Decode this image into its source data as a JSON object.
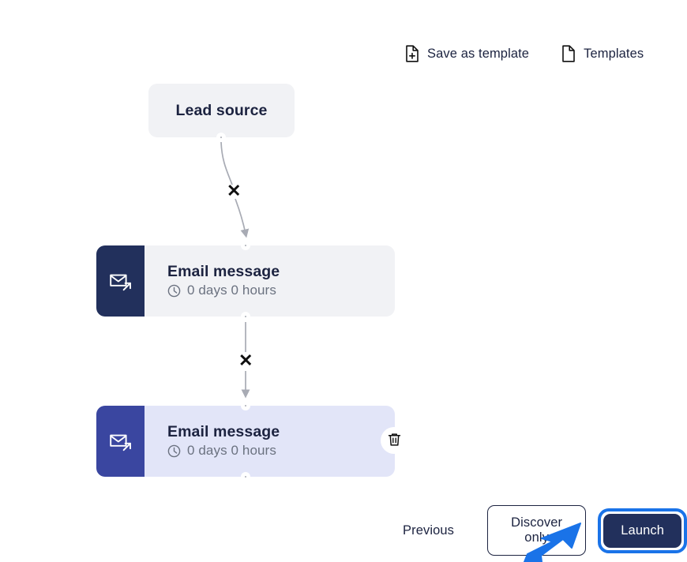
{
  "toolbar": {
    "save_template": {
      "label": "Save as template",
      "icon": "document-plus-icon"
    },
    "templates": {
      "label": "Templates",
      "icon": "document-icon"
    }
  },
  "flow": {
    "lead_source": {
      "title": "Lead source"
    },
    "nodes": [
      {
        "title": "Email message",
        "delay": "0 days 0 hours",
        "icon": "email-send-icon",
        "clock_icon": "clock-icon",
        "selected": false
      },
      {
        "title": "Email message",
        "delay": "0 days 0 hours",
        "icon": "email-send-icon",
        "clock_icon": "clock-icon",
        "selected": true
      }
    ],
    "connector_marks": [
      "✕",
      "✕"
    ],
    "delete_icon": "trash-icon"
  },
  "footer": {
    "previous_label": "Previous",
    "discover_label": "Discover only",
    "launch_label": "Launch"
  },
  "colors": {
    "navy": "#22305c",
    "indigo": "#3a46a0",
    "selected_card_bg": "#e2e5f8",
    "card_bg": "#f1f2f5",
    "focus_ring": "#1a73e8",
    "annotation_arrow": "#1a73e8",
    "muted_text": "#6b7280",
    "connector": "#a8abb4"
  }
}
